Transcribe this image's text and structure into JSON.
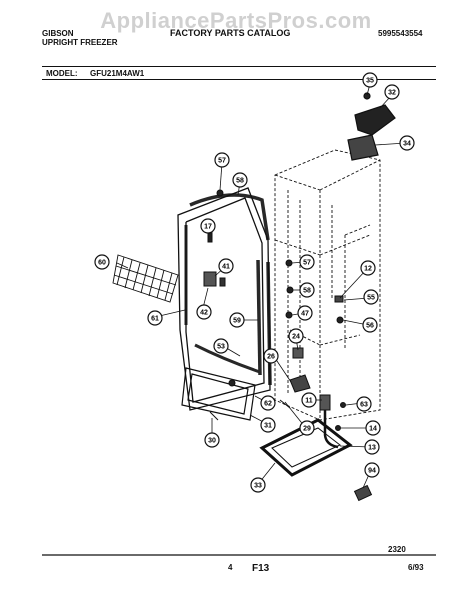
{
  "watermark": "AppliancePartsPros.com",
  "header": {
    "brand": "GIBSON",
    "product": "UPRIGHT FREEZER",
    "catalog": "FACTORY PARTS CATALOG",
    "doc_number": "5995543554",
    "model_label": "MODEL:",
    "model_value": "GFU21M4AW1"
  },
  "callouts": [
    "35",
    "32",
    "34",
    "57",
    "58",
    "17",
    "41",
    "42",
    "61",
    "60",
    "59",
    "53",
    "62",
    "31",
    "30",
    "57",
    "58",
    "47",
    "24",
    "26",
    "12",
    "55",
    "56",
    "11",
    "63",
    "29",
    "14",
    "13",
    "33",
    "94"
  ],
  "footer": {
    "revision": "2320",
    "page": "4",
    "figure": "F13",
    "date": "6/93"
  }
}
